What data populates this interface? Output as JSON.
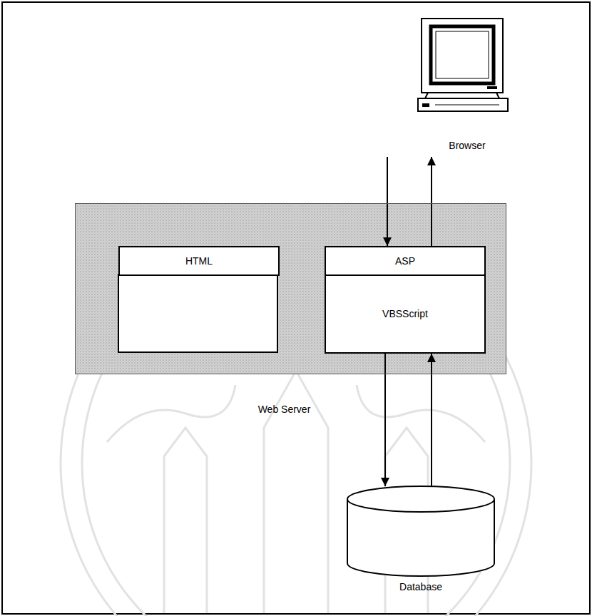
{
  "diagram": {
    "nodes": [
      {
        "text": [
          "Browser"
        ]
      },
      {
        "text": [
          "Web Server"
        ]
      },
      {
        "text": [
          "HTML"
        ],
        "in": 1
      },
      {
        "text": [
          "ASP"
        ],
        "in": 1
      },
      {
        "text": [
          "VBSScript"
        ],
        "in": 1
      },
      {
        "text": [
          "Database"
        ]
      }
    ],
    "edges": [
      {
        "from": 0,
        "to": 3,
        "arrow": "to"
      },
      {
        "from": 3,
        "to": 0,
        "arrow": "to"
      },
      {
        "from": 4,
        "to": 5,
        "arrow": "to"
      },
      {
        "from": 5,
        "to": 4,
        "arrow": "to"
      }
    ]
  }
}
